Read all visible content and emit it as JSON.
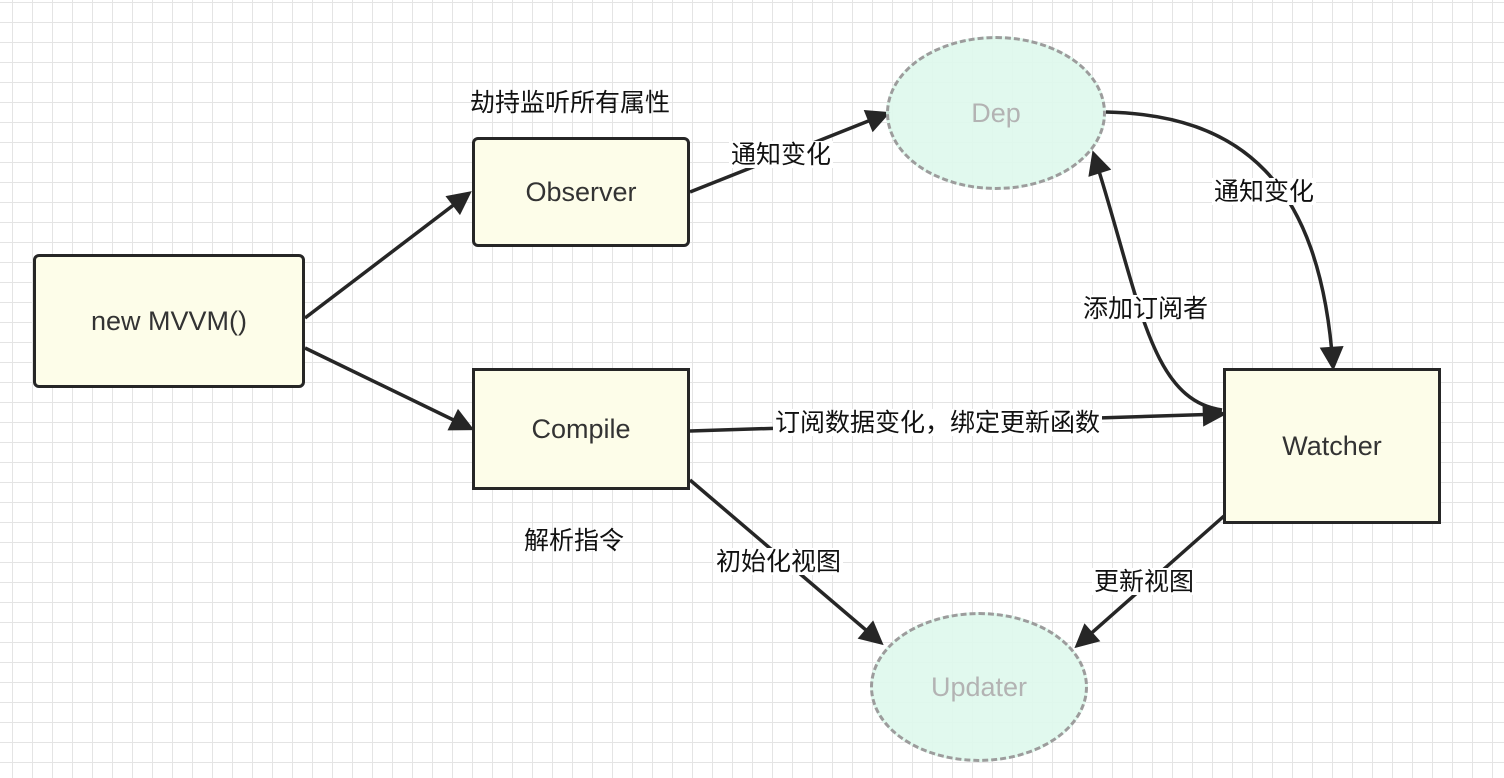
{
  "nodes": {
    "mvvm": "new MVVM()",
    "observer": "Observer",
    "compile": "Compile",
    "dep": "Dep",
    "watcher": "Watcher",
    "updater": "Updater"
  },
  "labels": {
    "hijack_all": "劫持监听所有属性",
    "parse_directives": "解析指令",
    "observer_notify": "通知变化",
    "dep_notify": "通知变化",
    "add_subscriber": "添加订阅者",
    "subscribe_bind": "订阅数据变化，绑定更新函数",
    "init_view": "初始化视图",
    "update_view": "更新视图"
  },
  "colors": {
    "box_fill": "#fdfde9",
    "ghost_fill": "#def8ec",
    "stroke": "#262626",
    "grid": "#e4e4e4"
  }
}
